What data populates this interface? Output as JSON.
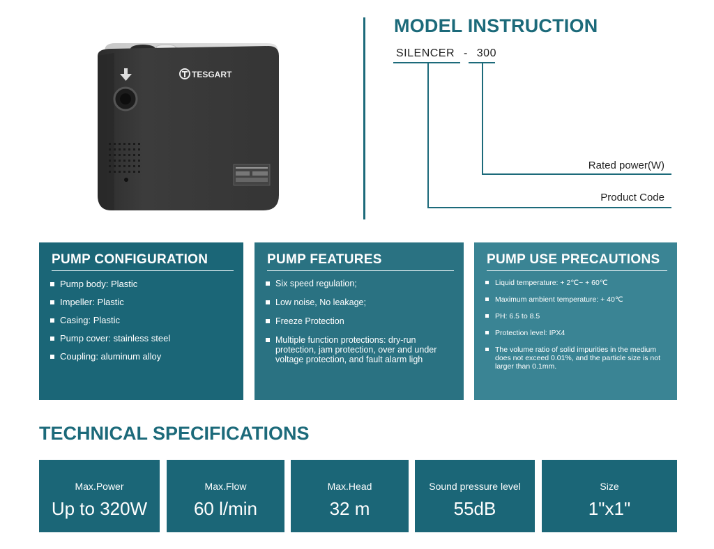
{
  "product": {
    "brand": "TESGART",
    "icons": [
      "arrow-down-icon",
      "brand-logo-icon"
    ]
  },
  "model": {
    "title": "MODEL INSTRUCTION",
    "code_part1": "SILENCER",
    "code_sep": "-",
    "code_part2": "300",
    "rated_label": "Rated power(W)",
    "product_label": "Product Code"
  },
  "cards": [
    {
      "title": "PUMP CONFIGURATION",
      "items": [
        "Pump body: Plastic",
        "Impeller: Plastic",
        "Casing: Plastic",
        "Pump cover: stainless steel",
        "Coupling: aluminum alloy"
      ]
    },
    {
      "title": "PUMP FEATURES",
      "items": [
        "Six speed regulation;",
        "Low noise, No leakage;",
        "Freeze Protection",
        "Multiple function protections: dry-run protection, jam protection, over and under voltage protection, and fault alarm ligh"
      ]
    },
    {
      "title": "PUMP USE PRECAUTIONS",
      "items": [
        "Liquid temperature: + 2℃~ + 60℃",
        "Maximum ambient temperature: + 40℃",
        "PH: 6.5 to 8.5",
        "Protection level: IPX4",
        "The volume ratio of solid impurities in the medium does not exceed 0.01%, and the particle size is not larger than 0.1mm."
      ]
    }
  ],
  "specs": {
    "title": "TECHNICAL SPECIFICATIONS",
    "items": [
      {
        "label": "Max.Power",
        "value": "Up to 320W"
      },
      {
        "label": "Max.Flow",
        "value": "60 l/min"
      },
      {
        "label": "Max.Head",
        "value": "32 m"
      },
      {
        "label": "Sound pressure level",
        "value": "55dB"
      },
      {
        "label": "Size",
        "value": "1\"x1\""
      }
    ]
  },
  "colors": {
    "teal": "#1c6a7a",
    "teal_mid": "#2a7282",
    "teal_light": "#3a8494",
    "pump_body": "#3a3a3a"
  }
}
